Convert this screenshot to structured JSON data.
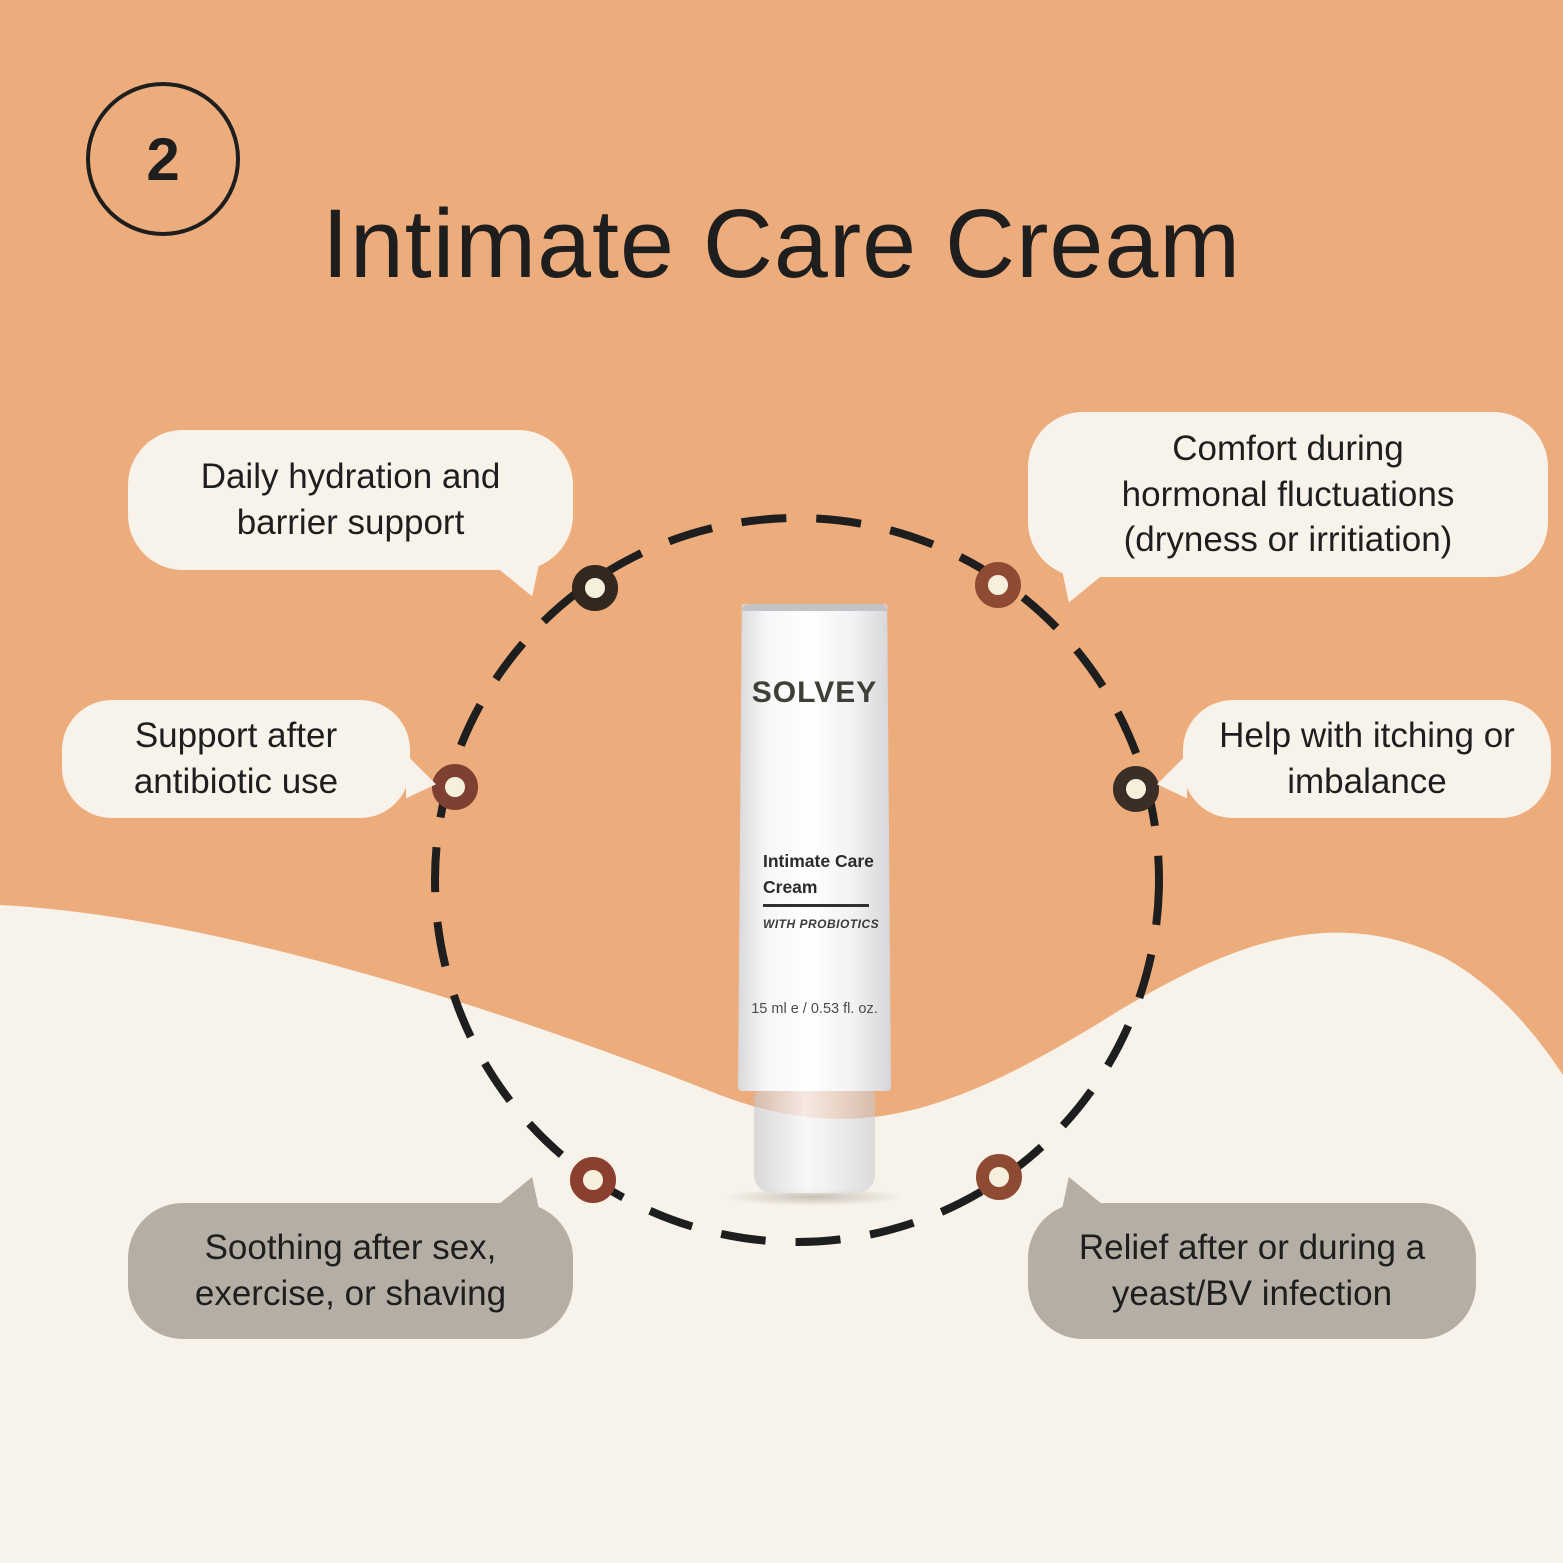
{
  "colors": {
    "background": "#EDAC7C",
    "cream": "#F7F3EA",
    "bubble_gray": "#B5AEA4",
    "ink": "#1E1E1E",
    "dash": "#1E1E1E",
    "dot_fill": "#F6EFDC"
  },
  "header": {
    "step_number": "2",
    "title": "Intimate Care Cream"
  },
  "product": {
    "brand": "SOLVEY",
    "name": "Intimate Care\nCream",
    "tagline": "WITH PROBIOTICS",
    "volume": "15 ml e / 0.53 fl. oz."
  },
  "bubbles": [
    {
      "text": "Daily hydration and\nbarrier support",
      "variant": "cream"
    },
    {
      "text": "Comfort during\nhormonal fluctuations\n(dryness or irritiation)",
      "variant": "cream"
    },
    {
      "text": "Support after\nantibiotic use",
      "variant": "cream"
    },
    {
      "text": "Help with itching or\nimbalance",
      "variant": "cream"
    },
    {
      "text": "Soothing after sex,\nexercise, or shaving",
      "variant": "gray"
    },
    {
      "text": "Relief after or during a\nyeast/BV infection",
      "variant": "gray"
    }
  ],
  "dots": [
    {
      "ring_color": "#33281F"
    },
    {
      "ring_color": "#8E4A33"
    },
    {
      "ring_color": "#7D4031"
    },
    {
      "ring_color": "#3A2E26"
    },
    {
      "ring_color": "#8A3F2F"
    },
    {
      "ring_color": "#8E4A33"
    }
  ]
}
